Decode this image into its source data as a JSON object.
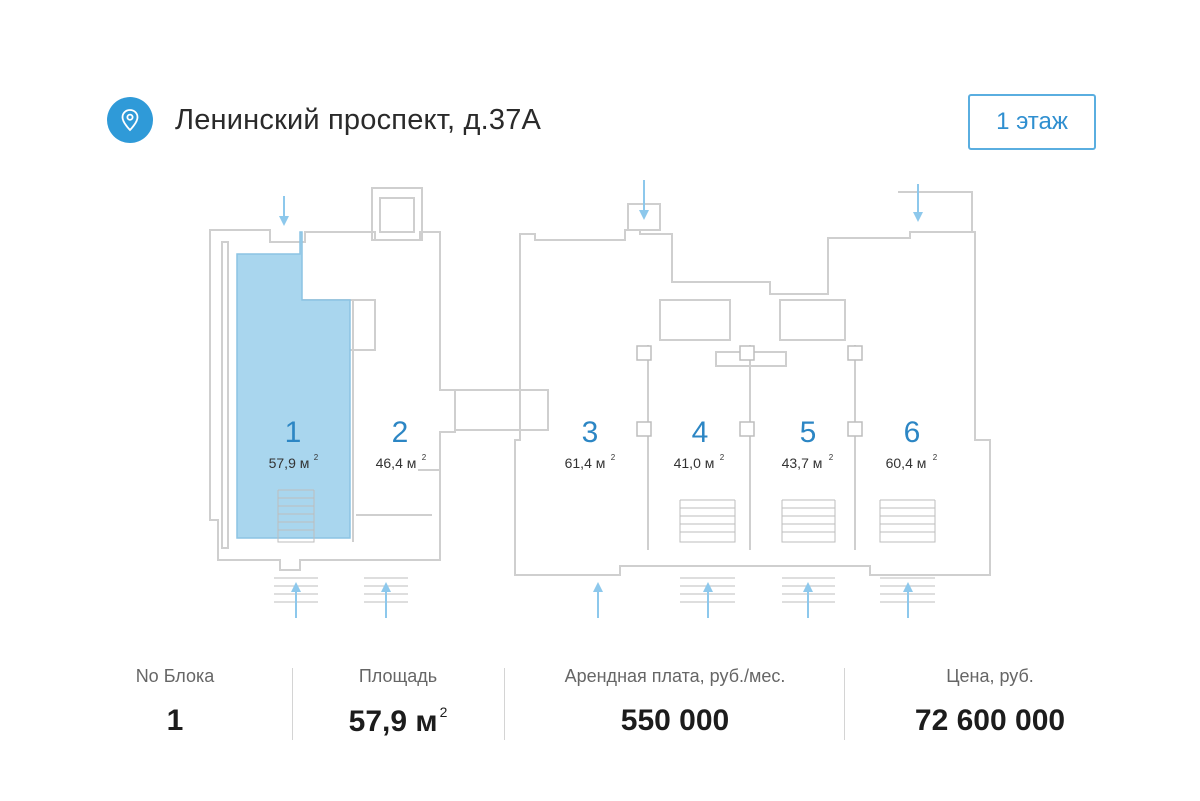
{
  "header": {
    "address": "Ленинский проспект, д.37А",
    "floor_label": "1 этаж",
    "icon": "map-pin-icon"
  },
  "colors": {
    "accent": "#2f9ad8",
    "selected_fill": "#a9d6ee",
    "wall": "#cfcfcf",
    "arrow": "#8dc8ec"
  },
  "units": [
    {
      "number": "1",
      "area": "57,9 м",
      "sup": "2",
      "selected": true
    },
    {
      "number": "2",
      "area": "46,4 м",
      "sup": "2",
      "selected": false
    },
    {
      "number": "3",
      "area": "61,4 м",
      "sup": "2",
      "selected": false
    },
    {
      "number": "4",
      "area": "41,0 м",
      "sup": "2",
      "selected": false
    },
    {
      "number": "5",
      "area": "43,7 м",
      "sup": "2",
      "selected": false
    },
    {
      "number": "6",
      "area": "60,4 м",
      "sup": "2",
      "selected": false
    }
  ],
  "stats": {
    "block": {
      "label": "No Блока",
      "value": "1"
    },
    "area": {
      "label": "Площадь",
      "value": "57,9 м",
      "sup": "2"
    },
    "rent": {
      "label": "Арендная плата, руб./мес.",
      "value": "550 000"
    },
    "price": {
      "label": "Цена, руб.",
      "value": "72 600 000"
    }
  }
}
